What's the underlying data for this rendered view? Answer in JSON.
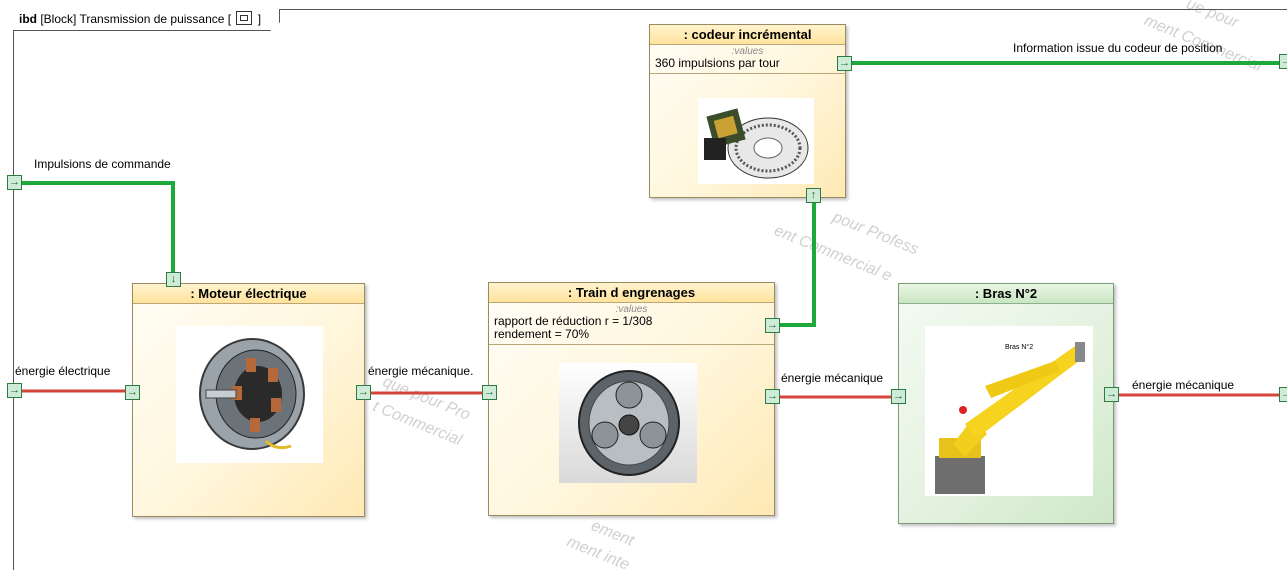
{
  "frame": {
    "kind": "ibd",
    "title": "[Block] Transmission de puissance [",
    "title_end": "]",
    "icon": "block-frame-icon"
  },
  "blocks": {
    "codeur": {
      "name": ": codeur incrémental",
      "values_label": ":values",
      "values": [
        "360 impulsions par tour"
      ],
      "image": "rotary-encoder-image"
    },
    "moteur": {
      "name": ": Moteur électrique",
      "image": "electric-motor-image"
    },
    "train": {
      "name": ": Train d engrenages",
      "values_label": ":values",
      "values": [
        "rapport de réduction r = 1/308",
        "rendement = 70%"
      ],
      "image": "planetary-gear-image"
    },
    "bras": {
      "name": ": Bras N°2",
      "image": "robot-arm-image",
      "image_caption": "Bras N°2"
    }
  },
  "connectors": {
    "info_codeur": "Information issue du codeur de position",
    "impulsions": "Impulsions de commande",
    "energie_electrique": "énergie électrique",
    "energie_mecanique_moteur": "énergie mécanique.",
    "energie_mecanique_train": "énergie mécanique",
    "energie_mecanique_bras": "énergie mécanique"
  },
  "colors": {
    "signal": "#1fa83a",
    "energy": "#d6453a",
    "port_fill": "#cdebd6",
    "port_border": "#2e7a43"
  },
  "watermark": [
    "ment Commercial",
    "ue pour",
    "pour Profess",
    "ent Commercial e",
    "que pour Pro",
    "t Commercial",
    "ement",
    "ment inte"
  ]
}
